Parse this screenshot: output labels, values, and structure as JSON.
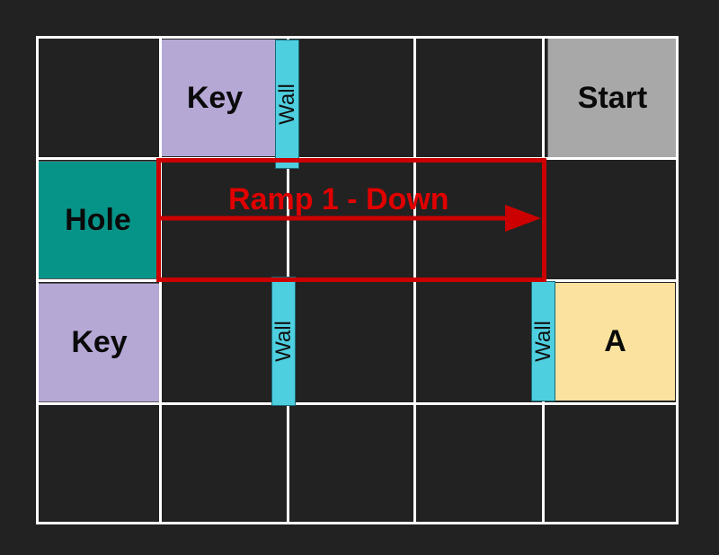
{
  "board": {
    "rows": 4,
    "cols": 5,
    "background": "#222222",
    "grid_color": "#ffffff"
  },
  "tiles": {
    "key_top": {
      "label": "Key",
      "color": "#b5a8d5"
    },
    "start": {
      "label": "Start",
      "color": "#a8a8a8"
    },
    "hole": {
      "label": "Hole",
      "color": "#079488"
    },
    "key_left": {
      "label": "Key",
      "color": "#b5a8d5"
    },
    "a": {
      "label": "A",
      "color": "#fbe39f"
    }
  },
  "walls": {
    "label": "Wall",
    "color": "#4ecfe0"
  },
  "ramp": {
    "label": "Ramp 1 - Down",
    "color": "#cc0000",
    "direction": "right"
  }
}
